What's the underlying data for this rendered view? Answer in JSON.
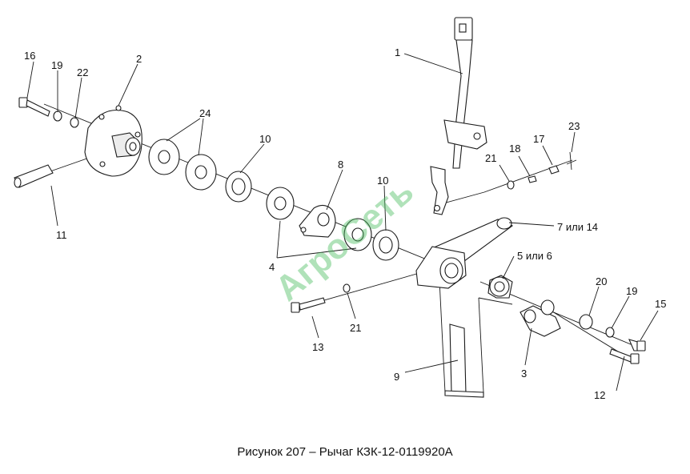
{
  "caption": "Рисунок 207 – Рычаг КЗК-12-0119920А",
  "watermark": "АгроСеть",
  "callouts": {
    "c1": "1",
    "c2": "2",
    "c3": "3",
    "c4": "4",
    "c5": "5 или 6",
    "c7": "7 или 14",
    "c8": "8",
    "c9": "9",
    "c10a": "10",
    "c10b": "10",
    "c11": "11",
    "c12": "12",
    "c13": "13",
    "c15": "15",
    "c16": "16",
    "c17": "17",
    "c18": "18",
    "c19a": "19",
    "c19b": "19",
    "c20": "20",
    "c21a": "21",
    "c21b": "21",
    "c22": "22",
    "c23": "23",
    "c24": "24"
  }
}
